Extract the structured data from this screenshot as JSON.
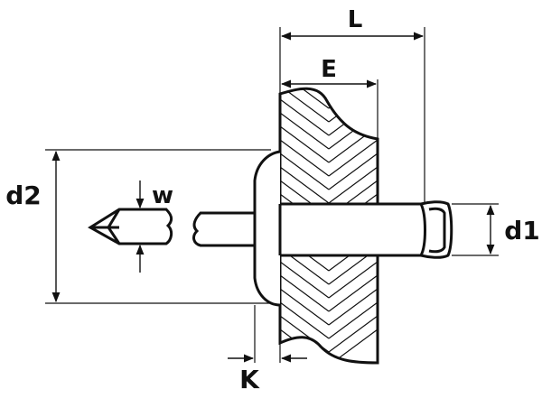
{
  "diagram": {
    "labels": {
      "length": "L",
      "grip": "E",
      "head_diameter": "d2",
      "body_diameter": "d1",
      "wire": "w",
      "head_height": "K"
    }
  },
  "colors": {
    "line": "#111111",
    "background": "#ffffff"
  }
}
